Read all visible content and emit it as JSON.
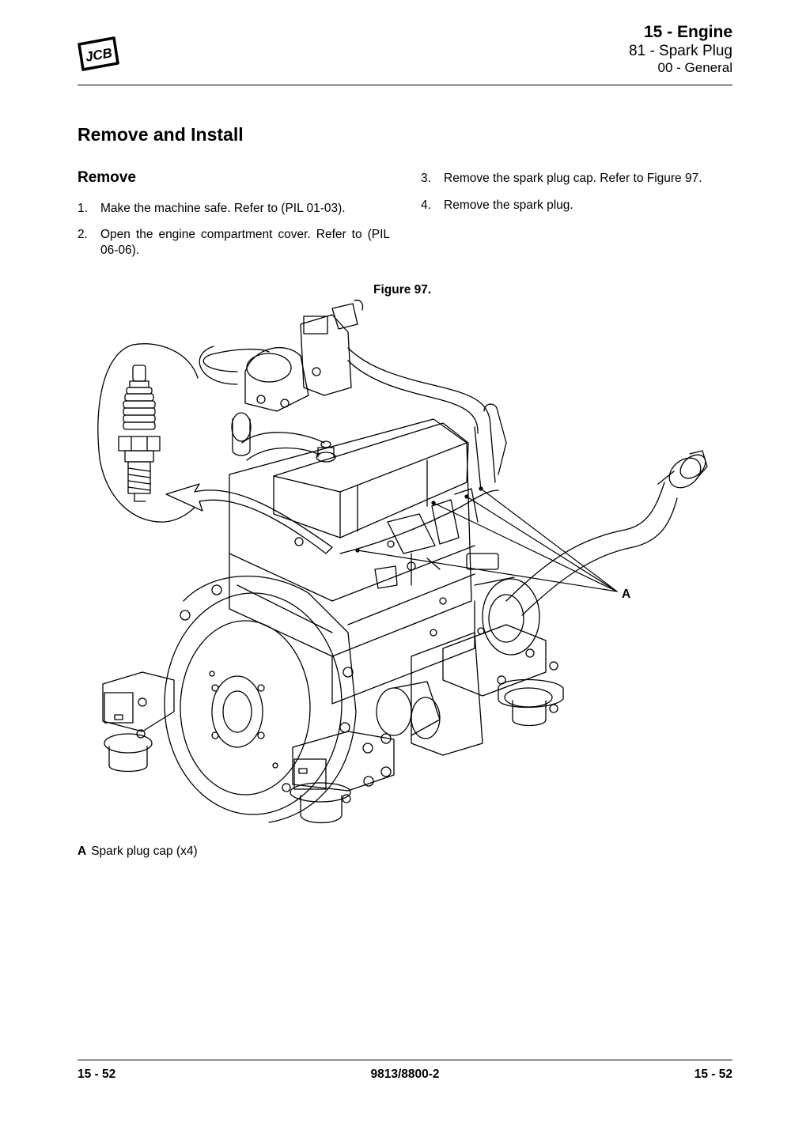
{
  "header": {
    "chapter": "15 - Engine",
    "section": "81 - Spark Plug",
    "subsection": "00 - General"
  },
  "logo": {
    "name": "JCB logo",
    "text": "JCB"
  },
  "title": "Remove and Install",
  "remove_heading": "Remove",
  "steps": [
    {
      "num": "1.",
      "text": "Make the machine safe. Refer to (PIL 01-03)."
    },
    {
      "num": "2.",
      "text": "Open the engine compartment cover. Refer to (PIL 06-06)."
    },
    {
      "num": "3.",
      "text": "Remove the spark plug cap. Refer to Figure 97."
    },
    {
      "num": "4.",
      "text": "Remove the spark plug."
    }
  ],
  "figure": {
    "caption": "Figure 97.",
    "callout": "A"
  },
  "legend": {
    "key": "A",
    "text": "Spark plug cap (x4)"
  },
  "footer": {
    "left": "15 - 52",
    "center": "9813/8800-2",
    "right": "15 - 52"
  },
  "colors": {
    "text": "#000000",
    "background": "#ffffff",
    "rule": "#000000"
  }
}
